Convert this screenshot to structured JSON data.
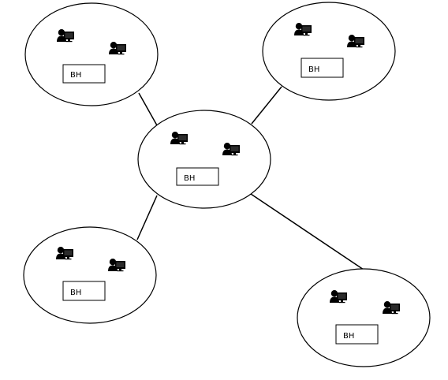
{
  "colors": {
    "stroke": "#000000",
    "background": "#ffffff",
    "icon": "#000000"
  },
  "nodes": [
    {
      "id": "top-left",
      "label": "BH",
      "icons": [
        "user-workstation-icon",
        "user-workstation-icon"
      ]
    },
    {
      "id": "top-right",
      "label": "BH",
      "icons": [
        "user-workstation-icon",
        "user-workstation-icon"
      ]
    },
    {
      "id": "center",
      "label": "BH",
      "icons": [
        "user-workstation-icon",
        "user-workstation-icon"
      ]
    },
    {
      "id": "bottom-left",
      "label": "BH",
      "icons": [
        "user-workstation-icon",
        "user-workstation-icon"
      ]
    },
    {
      "id": "bottom-right",
      "label": "BH",
      "icons": [
        "user-workstation-icon",
        "user-workstation-icon"
      ]
    }
  ],
  "links": [
    {
      "from": "center",
      "to": "top-left"
    },
    {
      "from": "center",
      "to": "top-right"
    },
    {
      "from": "center",
      "to": "bottom-left"
    },
    {
      "from": "center",
      "to": "bottom-right"
    }
  ]
}
